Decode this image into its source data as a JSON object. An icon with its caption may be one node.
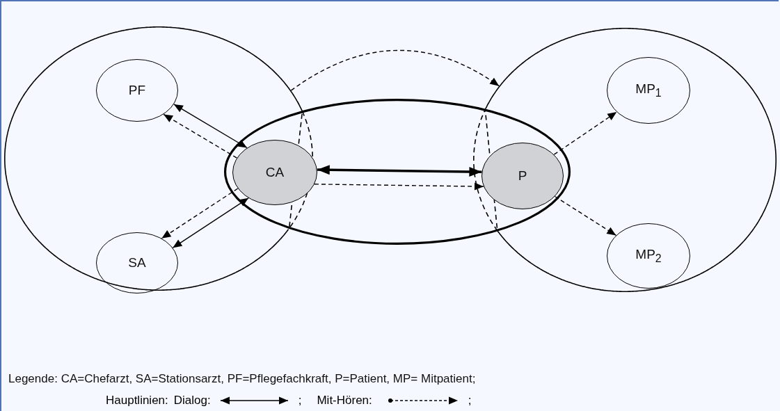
{
  "diagram": {
    "nodes": [
      {
        "text": [],
        "shape": "circle"
      },
      {
        "text": [
          "PF"
        ],
        "in": 0
      },
      {
        "text": [
          "SA"
        ],
        "in": 0
      },
      {
        "text": [],
        "shape": "circle"
      },
      {
        "text": [
          "MP$_{1}$"
        ],
        "in": 3
      },
      {
        "text": [
          "MP$_{2}$"
        ],
        "in": 3
      },
      {
        "text": [
          "CA"
        ],
        "in": 0
      },
      {
        "text": [
          "P"
        ],
        "in": 3
      }
    ],
    "edges": [
      {
        "from": 0,
        "to": 3,
        "arrow": "to",
        "style": "dashed"
      },
      {
        "from": 1,
        "to": 6,
        "arrow": "both"
      },
      {
        "from": 6,
        "to": 1,
        "arrow": "to",
        "style": "dashed"
      },
      {
        "from": 2,
        "to": 6,
        "arrow": "both"
      },
      {
        "from": 6,
        "to": 2,
        "arrow": "to",
        "style": "dashed"
      },
      {
        "from": 6,
        "to": 7,
        "arrow": "both",
        "style": "thick"
      },
      {
        "from": 6,
        "to": 7,
        "arrow": "to",
        "style": "dashed"
      },
      {
        "from": 7,
        "to": 4,
        "arrow": "to",
        "style": "dashed"
      },
      {
        "from": 7,
        "to": 5,
        "arrow": "to",
        "style": "dashed"
      }
    ],
    "labels": [
      "Legende: CA=Chefarzt, SA=Stationsarzt, PF=Pflegefachkraft, P=Patient, MP= Mitpatient;",
      "Hauptlinien:",
      ";",
      ";"
    ],
    "legend": [
      {
        "text": "Dialog:"
      },
      {
        "text": "Mit-Hören:"
      }
    ]
  }
}
